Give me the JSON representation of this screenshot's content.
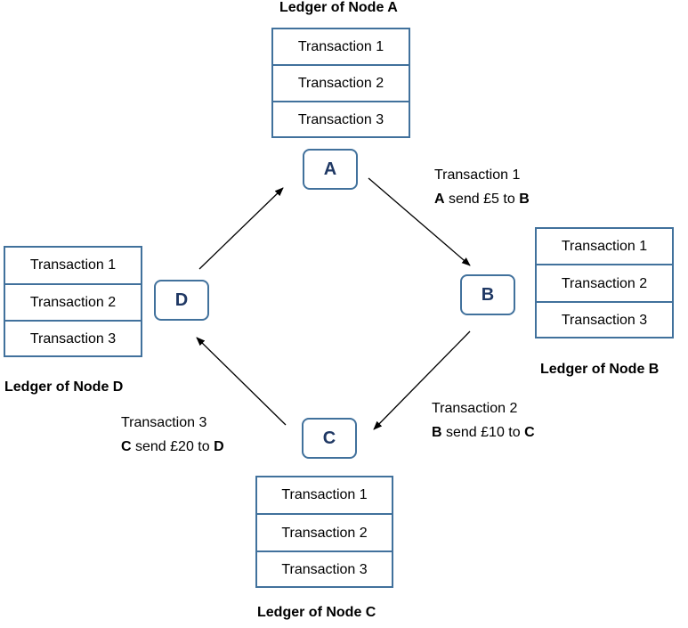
{
  "ledgers": {
    "a": {
      "title": "Ledger of Node A",
      "rows": [
        "Transaction 1",
        "Transaction 2",
        "Transaction 3"
      ]
    },
    "b": {
      "title": "Ledger of Node B",
      "rows": [
        "Transaction 1",
        "Transaction 2",
        "Transaction 3"
      ]
    },
    "c": {
      "title": "Ledger of Node C",
      "rows": [
        "Transaction 1",
        "Transaction 2",
        "Transaction 3"
      ]
    },
    "d": {
      "title": "Ledger of Node D",
      "rows": [
        "Transaction 1",
        "Transaction 2",
        "Transaction 3"
      ]
    }
  },
  "nodes": {
    "a": "A",
    "b": "B",
    "c": "C",
    "d": "D"
  },
  "transactions": {
    "t1": {
      "title": "Transaction 1",
      "from": "A",
      "verb": " send £5 to ",
      "to": "B"
    },
    "t2": {
      "title": "Transaction 2",
      "from": "B",
      "verb": " send £10 to ",
      "to": "C"
    },
    "t3": {
      "title": "Transaction 3",
      "from": "C",
      "verb": " send £20 to ",
      "to": "D"
    }
  },
  "colors": {
    "box_border": "#41719c",
    "node_text": "#1f3864",
    "arrow": "#000000"
  }
}
